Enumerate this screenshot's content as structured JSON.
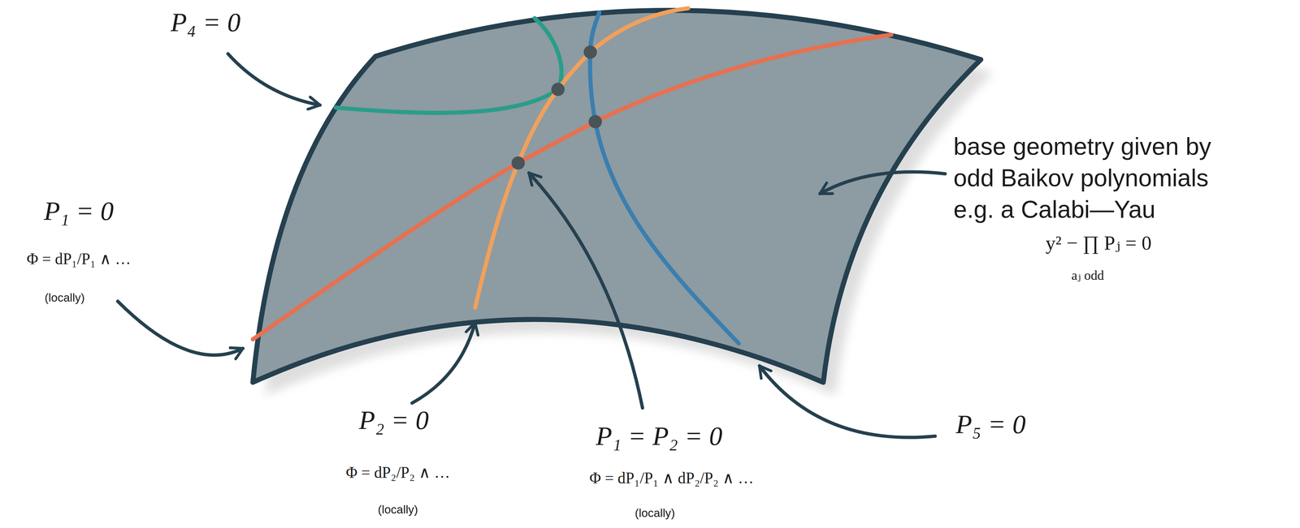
{
  "diagram": {
    "labels": [
      "P₄ = 0",
      "P₁ = 0",
      "Φ = dP₁/P₁ ∧ …",
      "(locally)",
      "P₂ = 0",
      "Φ = dP₂/P₂ ∧ …",
      "(locally)",
      "P₁ = P₂ = 0",
      "Φ = dP₁/P₁ ∧ dP₂/P₂ ∧ …",
      "(locally)",
      "P₅ = 0",
      "base geometry given by odd Baikov polynomials e.g. a Calabi—Yau",
      "y² − ∏ Pⱼ = 0",
      "aⱼ odd"
    ]
  }
}
